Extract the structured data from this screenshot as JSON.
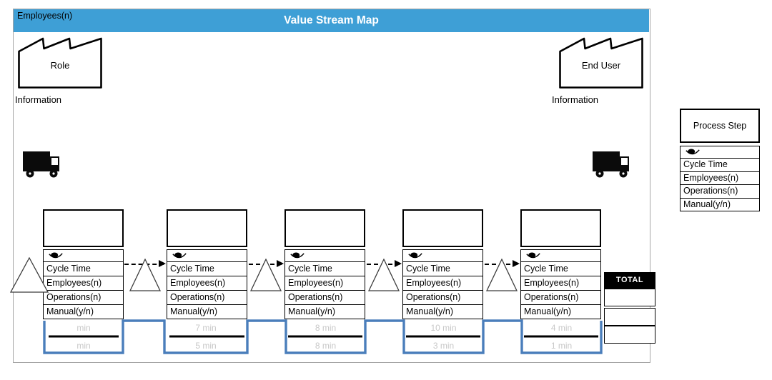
{
  "header": {
    "left_label": "Employees(n)",
    "title": "Value Stream Map"
  },
  "colors": {
    "header_bg": "#3e9fd6",
    "timeline_blue": "#4a7ebb",
    "total_bg": "#000000",
    "faint_text": "#c8c8c8"
  },
  "left_supplier": {
    "label": "Role",
    "info_label": "Information"
  },
  "right_supplier": {
    "label": "End User",
    "info_label": "Information"
  },
  "process_table": {
    "rows": [
      "Cycle Time",
      "Employees(n)",
      "Operations(n)",
      "Manual(y/n)"
    ]
  },
  "timeline": {
    "segments": [
      {
        "top": "min",
        "bottom": "min"
      },
      {
        "top": "7 min",
        "bottom": "5 min"
      },
      {
        "top": "8 min",
        "bottom": "8 min"
      },
      {
        "top": "10 min",
        "bottom": "3 min"
      },
      {
        "top": "4 min",
        "bottom": "1 min"
      }
    ]
  },
  "total": {
    "label": "TOTAL"
  },
  "legend": {
    "title": "Process Step",
    "rows": [
      "Cycle Time",
      "Employees(n)",
      "Operations(n)",
      "Manual(y/n)"
    ]
  }
}
